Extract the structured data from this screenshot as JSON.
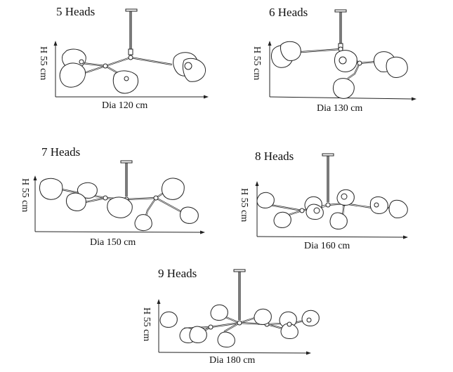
{
  "panels": [
    {
      "title": "5 Heads",
      "height": "H 55 cm",
      "diameter": "Dia 120 cm"
    },
    {
      "title": "6 Heads",
      "height": "H 55 cm",
      "diameter": "Dia 130 cm"
    },
    {
      "title": "7 Heads",
      "height": "H 55 cm",
      "diameter": "Dia 150 cm"
    },
    {
      "title": "8 Heads",
      "height": "H 55 cm",
      "diameter": "Dia 160 cm"
    },
    {
      "title": "9 Heads",
      "height": "H 55 cm",
      "diameter": "Dia 180 cm"
    }
  ],
  "colors": {
    "line": "#222222",
    "background": "#ffffff"
  }
}
